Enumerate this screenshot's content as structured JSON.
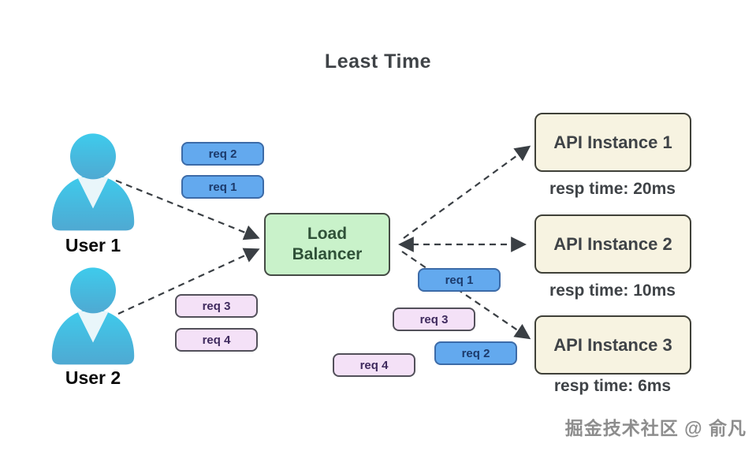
{
  "title": "Least Time",
  "users": [
    {
      "label": "User 1"
    },
    {
      "label": "User 2"
    }
  ],
  "left_requests": [
    {
      "label": "req 2",
      "variant": "blue",
      "owner": "User 1"
    },
    {
      "label": "req 1",
      "variant": "blue",
      "owner": "User 1"
    },
    {
      "label": "req 3",
      "variant": "pink",
      "owner": "User 2"
    },
    {
      "label": "req 4",
      "variant": "pink",
      "owner": "User 2"
    }
  ],
  "load_balancer": {
    "label": "Load Balancer",
    "line1": "Load",
    "line2": "Balancer"
  },
  "middle_requests": [
    {
      "label": "req 1",
      "variant": "blue"
    },
    {
      "label": "req 3",
      "variant": "pink"
    },
    {
      "label": "req 2",
      "variant": "blue"
    },
    {
      "label": "req 4",
      "variant": "pink"
    }
  ],
  "instances": [
    {
      "label": "API Instance 1",
      "resp_time": "resp time: 20ms"
    },
    {
      "label": "API Instance 2",
      "resp_time": "resp time: 10ms"
    },
    {
      "label": "API Instance 3",
      "resp_time": "resp time: 6ms"
    }
  ],
  "watermark": "掘金技术社区 @ 俞凡",
  "icons": [
    {
      "name": "user-icon",
      "meaning": "person silhouette"
    },
    {
      "name": "dashed-arrow",
      "meaning": "request flow"
    }
  ],
  "colors": {
    "request_blue_fill": "#63a9ee",
    "request_blue_border": "#3c6ba8",
    "request_blue_text": "#1c3a6b",
    "request_pink_fill": "#f4e1f7",
    "request_pink_border": "#52505a",
    "request_pink_text": "#3f2a5e",
    "load_balancer_fill": "#c9f2ca",
    "load_balancer_text": "#2f5138",
    "instance_fill": "#f7f3e1",
    "instance_border": "#3f4038",
    "user_cyan": "#3ec7e8",
    "arrow": "#3a3f44",
    "heading_text": "#3f4347"
  }
}
